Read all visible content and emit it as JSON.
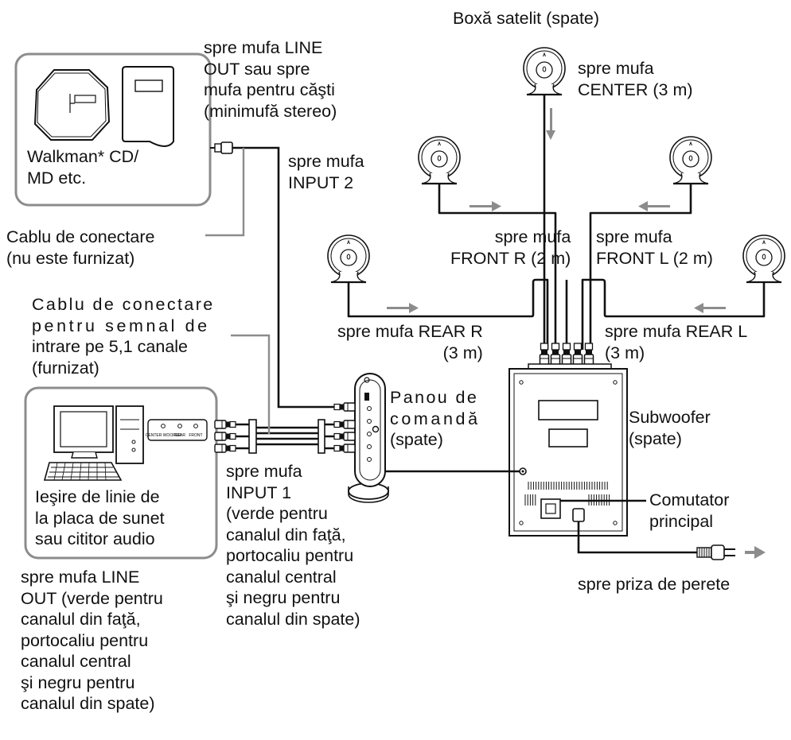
{
  "labels": {
    "satellite_caption": "Boxă satelit (spate)",
    "walkman_line_out": [
      "spre mufa LINE",
      "OUT sau spre",
      "mufa pentru căşti",
      "(minimufă stereo)"
    ],
    "walkman_device": [
      "Walkman* CD/",
      "MD etc."
    ],
    "input2": [
      "spre mufa",
      "INPUT 2"
    ],
    "center": [
      "spre mufa",
      "CENTER (3 m)"
    ],
    "front_r": [
      "spre mufa",
      "FRONT R (2 m)"
    ],
    "front_l": [
      "spre mufa",
      "FRONT L (2 m)"
    ],
    "cable_not_supplied": [
      "Cablu de conectare",
      "(nu este furnizat)"
    ],
    "cable_51": [
      "Cablu de conectare",
      "pentru semnal de",
      "intrare pe 5,1 canale",
      "(furnizat)"
    ],
    "rear_r": [
      "spre mufa REAR R",
      "(3 m)"
    ],
    "rear_l": [
      "spre mufa REAR L",
      "(3 m)"
    ],
    "control_panel": [
      "Panou de",
      "comandă",
      "(spate)"
    ],
    "subwoofer": [
      "Subwoofer",
      "(spate)"
    ],
    "pc_out": [
      "Ieşire de linie de",
      "la placa de sunet",
      "sau cititor audio"
    ],
    "input1": [
      "spre mufa",
      "INPUT 1",
      "(verde pentru",
      "canalul din faţă,",
      "portocaliu pentru",
      "canalul central",
      "şi negru pentru",
      "canalul din spate)"
    ],
    "main_switch": [
      "Comutator",
      "principal"
    ],
    "wall_outlet": "spre priza de perete",
    "pc_line_out": [
      "spre mufa LINE",
      "OUT (verde pentru",
      "canalul din faţă,",
      "portocaliu pentru",
      "canalul central",
      "şi negru pentru",
      "canalul din spate)"
    ],
    "soundcard_jacks": [
      "CENTER WOOFER",
      "REAR",
      "FRONT"
    ]
  },
  "colors": {
    "line": "#111111",
    "arrow": "#8c8c8c",
    "box": "#8c8c8c",
    "fill": "#ffffff"
  },
  "icons": [
    "walkman-cd-icon",
    "md-player-icon",
    "satellite-speaker-icon",
    "computer-icon",
    "control-panel-icon",
    "subwoofer-icon",
    "power-plug-icon",
    "rca-plug-icon",
    "minijack-plug-icon"
  ]
}
